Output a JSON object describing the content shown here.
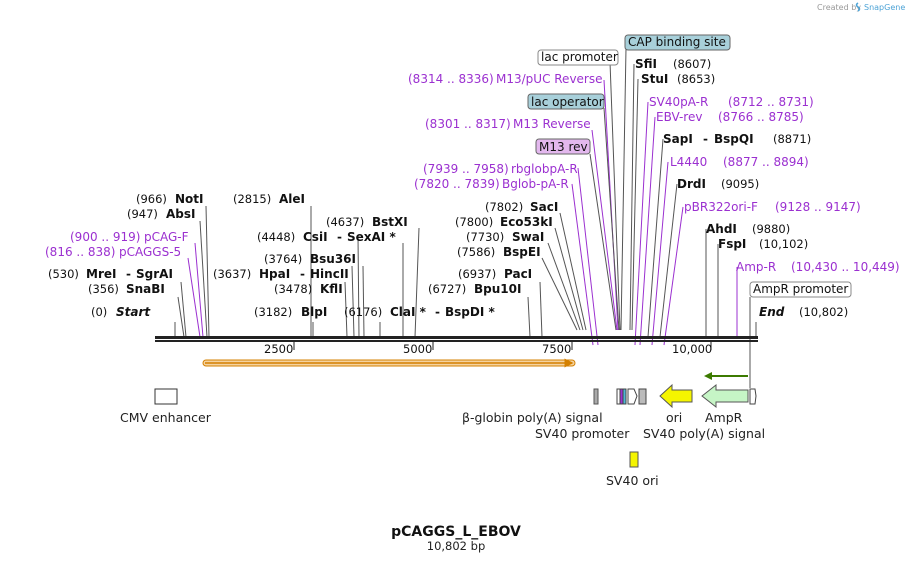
{
  "credit": {
    "created_by": "Created by",
    "brand": "SnapGene"
  },
  "plasmid": {
    "name": "pCAGGS_L_EBOV",
    "length_label": "10,802 bp",
    "length": 10802
  },
  "colors": {
    "enzyme": "#111111",
    "primer": "#9b30d0",
    "backbone": "#222222",
    "orf": "#f5a623",
    "ori": "#f5f500",
    "ampr": "#c6f5c6",
    "cap_box": "#a8d0da",
    "m13_box": "#e3b8ee"
  },
  "ends": {
    "start": {
      "pos": "(0)",
      "label": "Start"
    },
    "end": {
      "label": "End",
      "pos": "(10,802)"
    }
  },
  "scale": {
    "ticks": [
      "2500",
      "5000",
      "7500",
      "10,000"
    ]
  },
  "left_sites": [
    {
      "pos": "(966)",
      "name": "NotI"
    },
    {
      "pos": "(947)",
      "name": "AbsI"
    },
    {
      "pos": "(900 .. 919)",
      "name": "pCAG-F",
      "primer": true
    },
    {
      "pos": "(816 .. 838)",
      "name": "pCAGGS-5",
      "primer": true
    },
    {
      "pos": "(530)",
      "name": "MreI",
      "name2": "SgrAI"
    },
    {
      "pos": "(356)",
      "name": "SnaBI"
    },
    {
      "pos": "(2815)",
      "name": "AleI"
    },
    {
      "pos": "(4448)",
      "name": "CsiI",
      "name2": "SexAI *"
    },
    {
      "pos": "(4637)",
      "name": "BstXI"
    },
    {
      "pos": "(3764)",
      "name": "Bsu36I"
    },
    {
      "pos": "(3637)",
      "name": "HpaI",
      "name2": "HincII"
    },
    {
      "pos": "(3478)",
      "name": "KflI"
    },
    {
      "pos": "(3182)",
      "name": "BlpI"
    },
    {
      "pos": "(6176)",
      "name": "ClaI *",
      "name2": "BspDI *"
    }
  ],
  "mid_sites": [
    {
      "pos": "(8314 .. 8336)",
      "name": "M13/pUC Reverse",
      "primer": true
    },
    {
      "pos": "(8301 .. 8317)",
      "name": "M13 Reverse",
      "primer": true
    },
    {
      "pos": "(7939 .. 7958)",
      "name": "rbglobpA-R",
      "primer": true
    },
    {
      "pos": "(7820 .. 7839)",
      "name": "Bglob-pA-R",
      "primer": true
    },
    {
      "pos": "(7802)",
      "name": "SacI"
    },
    {
      "pos": "(7800)",
      "name": "Eco53kI"
    },
    {
      "pos": "(7730)",
      "name": "SwaI"
    },
    {
      "pos": "(7586)",
      "name": "BspEI"
    },
    {
      "pos": "(6937)",
      "name": "PacI"
    },
    {
      "pos": "(6727)",
      "name": "Bpu10I"
    }
  ],
  "boxed_labels": {
    "lac_promoter": "lac promoter",
    "cap_site": "CAP binding site",
    "lac_operator": "lac operator",
    "m13_rev": "M13 rev",
    "ampr_promoter": "AmpR promoter"
  },
  "right_sites": [
    {
      "name": "SfiI",
      "pos": "(8607)"
    },
    {
      "name": "StuI",
      "pos": "(8653)"
    },
    {
      "name": "SV40pA-R",
      "pos": "(8712 .. 8731)",
      "primer": true
    },
    {
      "name": "EBV-rev",
      "pos": "(8766 .. 8785)",
      "primer": true
    },
    {
      "name": "SapI",
      "name2": "BspQI",
      "pos": "(8871)"
    },
    {
      "name": "L4440",
      "pos": "(8877 .. 8894)",
      "primer": true
    },
    {
      "name": "DrdI",
      "pos": "(9095)"
    },
    {
      "name": "pBR322ori-F",
      "pos": "(9128 .. 9147)",
      "primer": true
    },
    {
      "name": "AhdI",
      "pos": "(9880)"
    },
    {
      "name": "FspI",
      "pos": "(10,102)"
    },
    {
      "name": "Amp-R",
      "pos": "(10,430 .. 10,449)",
      "primer": true
    }
  ],
  "features": {
    "cmv_enhancer": "CMV enhancer",
    "beta_globin": "β-globin poly(A) signal",
    "sv40_promoter": "SV40 promoter",
    "ori": "ori",
    "ampr": "AmpR",
    "sv40_polya": "SV40 poly(A) signal",
    "sv40_ori": "SV40 ori"
  }
}
